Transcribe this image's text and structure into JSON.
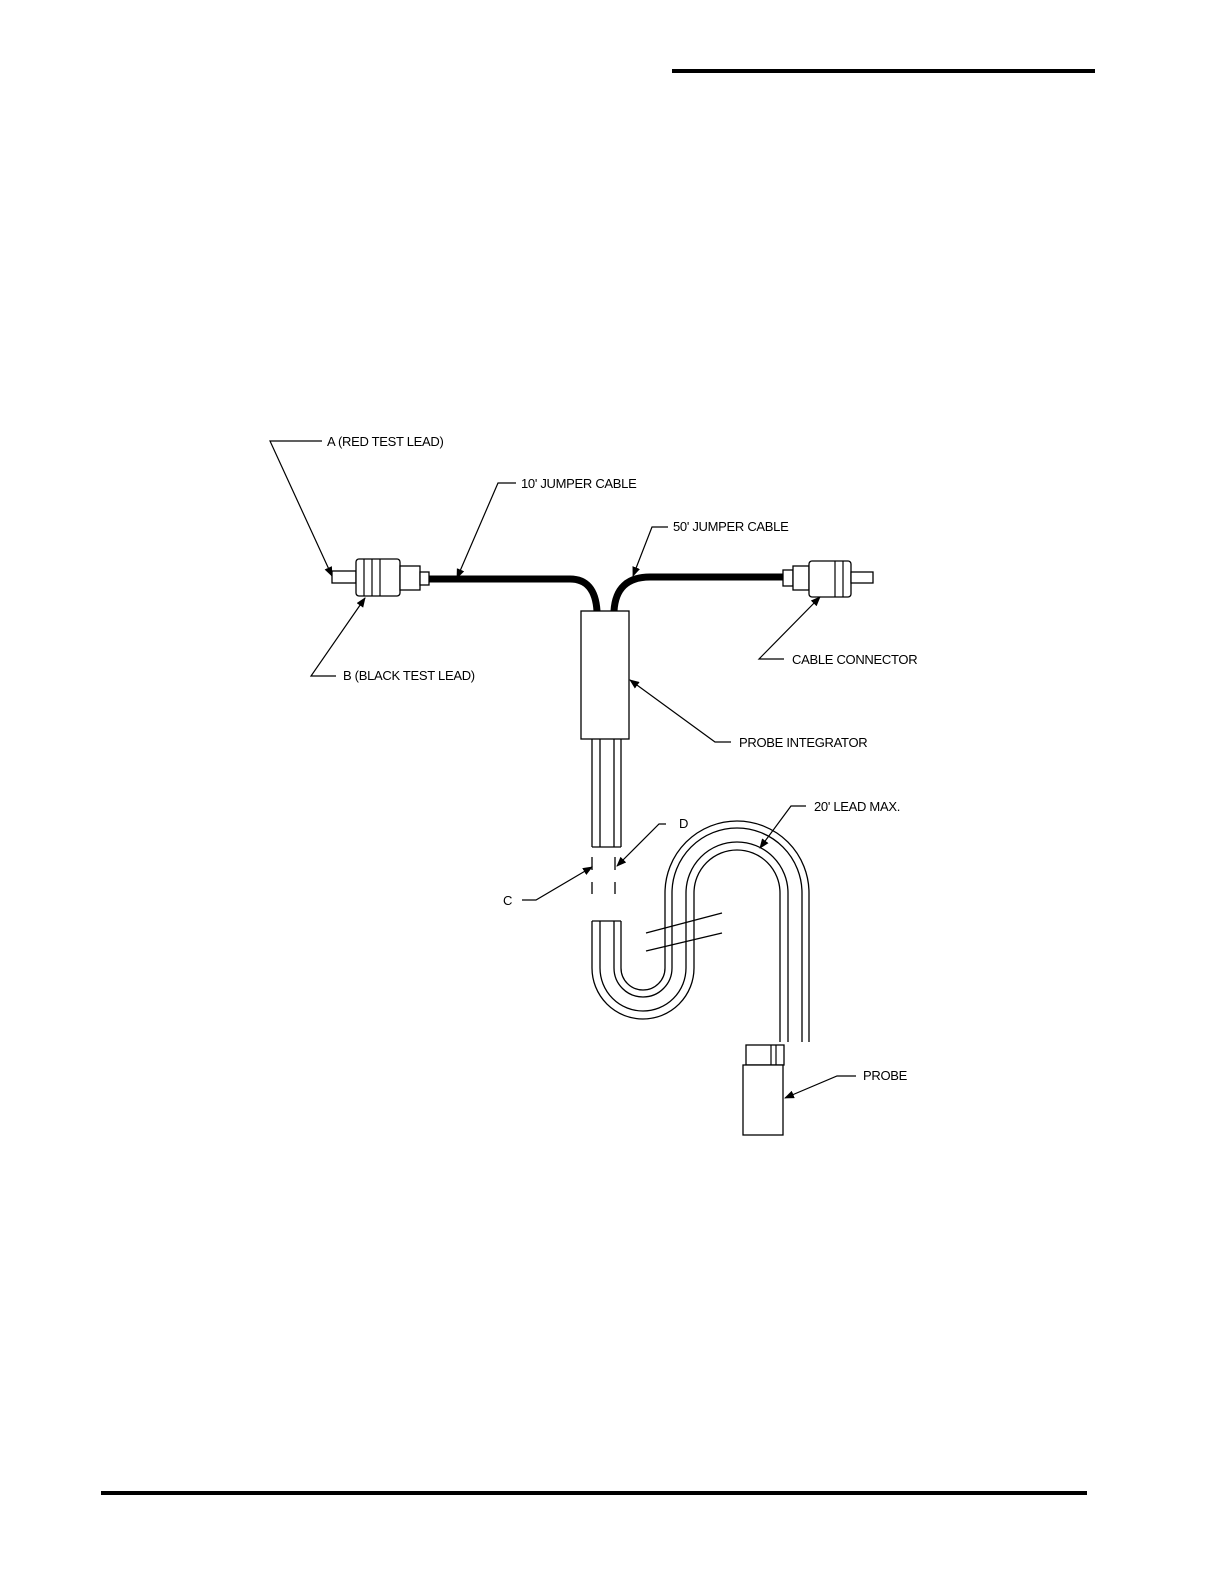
{
  "labels": {
    "a_red_test_lead": "A (RED TEST LEAD)",
    "jumper_10": "10' JUMPER CABLE",
    "jumper_50": "50' JUMPER CABLE",
    "b_black_test_lead": "B (BLACK TEST LEAD)",
    "cable_connector": "CABLE CONNECTOR",
    "probe_integrator": "PROBE INTEGRATOR",
    "lead_max_20": "20' LEAD MAX.",
    "d": "D",
    "c": "C",
    "probe": "PROBE"
  }
}
